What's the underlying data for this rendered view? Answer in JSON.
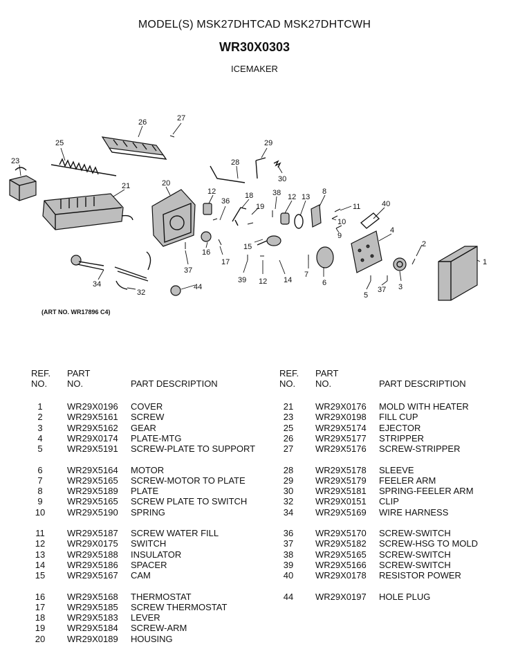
{
  "header": {
    "models": "MODEL(S) MSK27DHTCAD  MSK27DHTCWH",
    "assembly_number": "WR30X0303",
    "section": "ICEMAKER"
  },
  "art_number": "(ART NO. WR17896 C4)",
  "callouts": {
    "c1": "1",
    "c2": "2",
    "c3": "3",
    "c4": "4",
    "c5": "5",
    "c6": "6",
    "c7": "7",
    "c8": "8",
    "c9": "9",
    "c10": "10",
    "c11": "11",
    "c12a": "12",
    "c12b": "12",
    "c12c": "12",
    "c13": "13",
    "c14": "14",
    "c15": "15",
    "c16": "16",
    "c17": "17",
    "c18": "18",
    "c19": "19",
    "c20": "20",
    "c21": "21",
    "c23": "23",
    "c25": "25",
    "c26": "26",
    "c27": "27",
    "c28": "28",
    "c29": "29",
    "c30": "30",
    "c32": "32",
    "c34": "34",
    "c36": "36",
    "c37a": "37",
    "c37b": "37",
    "c38": "38",
    "c39": "39",
    "c40": "40",
    "c44": "44"
  },
  "parts_table": {
    "columns": {
      "ref_line1": "REF.",
      "ref_line2": "NO.",
      "part_line1": "PART",
      "part_line2": "NO.",
      "description": "PART DESCRIPTION"
    },
    "left": [
      {
        "ref": "1",
        "part": "WR29X0196",
        "desc": "COVER"
      },
      {
        "ref": "2",
        "part": "WR29X5161",
        "desc": "SCREW"
      },
      {
        "ref": "3",
        "part": "WR29X5162",
        "desc": "GEAR"
      },
      {
        "ref": "4",
        "part": "WR29X0174",
        "desc": "PLATE-MTG"
      },
      {
        "ref": "5",
        "part": "WR29X5191",
        "desc": "SCREW-PLATE TO SUPPORT"
      },
      {
        "ref": "6",
        "part": "WR29X5164",
        "desc": "MOTOR"
      },
      {
        "ref": "7",
        "part": "WR29X5165",
        "desc": "SCREW-MOTOR TO PLATE"
      },
      {
        "ref": "8",
        "part": "WR29X5189",
        "desc": "PLATE"
      },
      {
        "ref": "9",
        "part": "WR29X5165",
        "desc": "SCREW PLATE TO SWITCH"
      },
      {
        "ref": "10",
        "part": "WR29X5190",
        "desc": "SPRING"
      },
      {
        "ref": "11",
        "part": "WR29X5187",
        "desc": "SCREW WATER FILL"
      },
      {
        "ref": "12",
        "part": "WR29X0175",
        "desc": "SWITCH"
      },
      {
        "ref": "13",
        "part": "WR29X5188",
        "desc": "INSULATOR"
      },
      {
        "ref": "14",
        "part": "WR29X5186",
        "desc": "SPACER"
      },
      {
        "ref": "15",
        "part": "WR29X5167",
        "desc": "CAM"
      },
      {
        "ref": "16",
        "part": "WR29X5168",
        "desc": "THERMOSTAT"
      },
      {
        "ref": "17",
        "part": "WR29X5185",
        "desc": "SCREW THERMOSTAT"
      },
      {
        "ref": "18",
        "part": "WR29X5183",
        "desc": "LEVER"
      },
      {
        "ref": "19",
        "part": "WR29X5184",
        "desc": "SCREW-ARM"
      },
      {
        "ref": "20",
        "part": "WR29X0189",
        "desc": "HOUSING"
      }
    ],
    "right": [
      {
        "ref": "21",
        "part": "WR29X0176",
        "desc": "MOLD WITH HEATER"
      },
      {
        "ref": "23",
        "part": "WR29X0198",
        "desc": "FILL CUP"
      },
      {
        "ref": "25",
        "part": "WR29X5174",
        "desc": "EJECTOR"
      },
      {
        "ref": "26",
        "part": "WR29X5177",
        "desc": "STRIPPER"
      },
      {
        "ref": "27",
        "part": "WR29X5176",
        "desc": "SCREW-STRIPPER"
      },
      {
        "ref": "28",
        "part": "WR29X5178",
        "desc": "SLEEVE"
      },
      {
        "ref": "29",
        "part": "WR29X5179",
        "desc": "FEELER ARM"
      },
      {
        "ref": "30",
        "part": "WR29X5181",
        "desc": "SPRING-FEELER ARM"
      },
      {
        "ref": "32",
        "part": "WR29X0151",
        "desc": "CLIP"
      },
      {
        "ref": "34",
        "part": "WR29X5169",
        "desc": "WIRE HARNESS"
      },
      {
        "ref": "36",
        "part": "WR29X5170",
        "desc": "SCREW-SWITCH"
      },
      {
        "ref": "37",
        "part": "WR29X5182",
        "desc": "SCREW-HSG TO MOLD"
      },
      {
        "ref": "38",
        "part": "WR29X5165",
        "desc": "SCREW-SWITCH"
      },
      {
        "ref": "39",
        "part": "WR29X5166",
        "desc": "SCREW-SWITCH"
      },
      {
        "ref": "40",
        "part": "WR29X0178",
        "desc": "RESISTOR POWER"
      },
      {
        "ref": "44",
        "part": "WR29X0197",
        "desc": "HOLE PLUG"
      }
    ]
  }
}
